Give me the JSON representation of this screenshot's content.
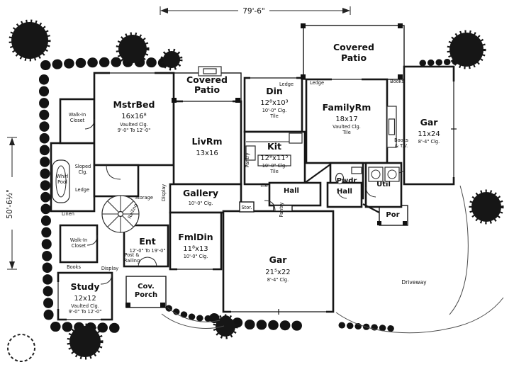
{
  "plan": {
    "dim_width": "79'-6\"",
    "dim_height": "50'-6½\""
  },
  "rooms": {
    "mstr_bed": {
      "name": "MstrBed",
      "size": "16x16⁸",
      "note": "Vaulted Clg.",
      "note2": "9'-0\" To 12'-0\""
    },
    "walk_in_1": {
      "l1": "Walk-In",
      "l2": "Closet"
    },
    "walk_in_2": {
      "l1": "Walk-In",
      "l2": "Closet"
    },
    "whirl_pool": {
      "l1": "Whirl",
      "l2": "Pool"
    },
    "linen": {
      "l1": "Linen"
    },
    "covered_patio_1": {
      "l1": "Covered",
      "l2": "Patio"
    },
    "covered_patio_2": {
      "l1": "Covered",
      "l2": "Patio"
    },
    "liv_rm": {
      "name": "LivRm",
      "size": "13x16"
    },
    "din": {
      "name": "Din",
      "size": "12⁸x10³",
      "note": "10'-0\" Clg.",
      "note2": "Tile"
    },
    "kit": {
      "name": "Kit",
      "size": "12⁸x11⁵",
      "note": "10'-0\" Clg.",
      "note2": "Tile"
    },
    "family_rm": {
      "name": "FamilyRm",
      "size": "18x17",
      "note": "Vaulted Clg.",
      "note2": "Tile"
    },
    "gar_1": {
      "name": "Gar",
      "size": "11x24",
      "note": "8'-4\" Clg."
    },
    "gar_2": {
      "name": "Gar",
      "size": "21⁵x22",
      "note": "8'-4\" Clg."
    },
    "pwdr": {
      "name": "Pwdr"
    },
    "util": {
      "name": "Util"
    },
    "hall_1": {
      "name": "Hall"
    },
    "hall_2": {
      "name": "Hall"
    },
    "gallery": {
      "name": "Gallery",
      "note": "10'-0\" Clg."
    },
    "fml_din": {
      "name": "FmlDin",
      "size": "11⁸x13",
      "note": "10'-0\" Clg."
    },
    "ent": {
      "name": "Ent",
      "note": "12'-0\" To 19'-0\""
    },
    "study": {
      "name": "Study",
      "size": "12x12",
      "note": "Vaulted Clg.",
      "note2": "9'-0\" To 12'-0\""
    },
    "cov_porch": {
      "l1": "Cov.",
      "l2": "Porch"
    },
    "por": {
      "name": "Por"
    },
    "driveway": {
      "name": "Driveway"
    }
  },
  "annotations": {
    "sloped_1": "Sloped",
    "sloped_2": "Clg.",
    "ledge_1": "Ledge",
    "ledge_2": "Ledge",
    "ledge_3": "Ledge",
    "storage": "Storage",
    "railing": "Railing",
    "display_1": "Display",
    "display_2": "Display",
    "post_railing_1": "Post &",
    "post_railing_2": "Railing",
    "books_1": "Books",
    "books_2": "Books",
    "books_2b": "& T.V.",
    "books_3": "Books",
    "pantry_1": "Pantry",
    "pantry_2": "Pantry",
    "stor": "Stor.",
    "tile_1": "Tile"
  }
}
